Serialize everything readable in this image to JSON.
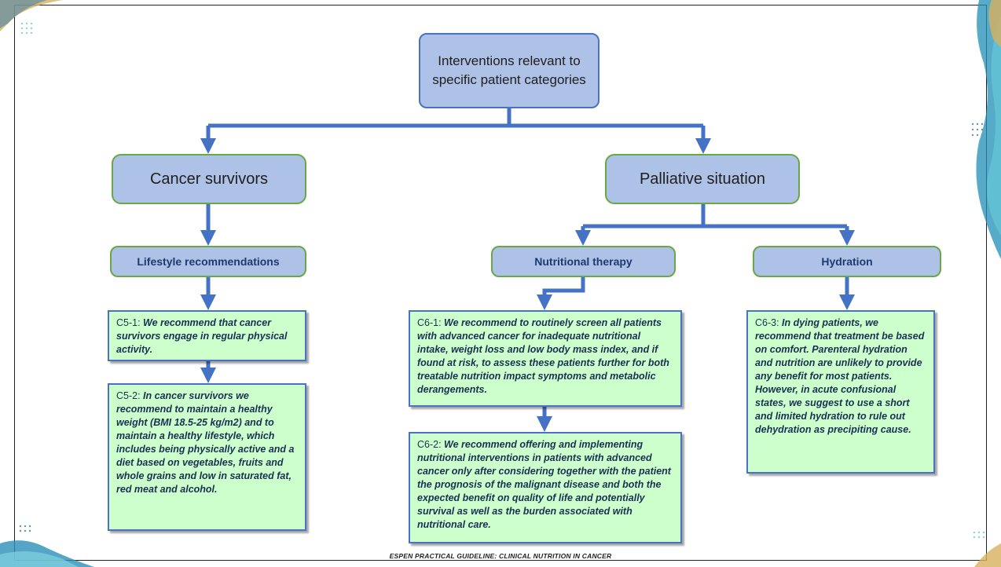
{
  "diagram": {
    "root": "Interventions relevant to specific patient categories",
    "branches": {
      "survivors": "Cancer survivors",
      "palliative": "Palliative situation"
    },
    "subnodes": {
      "lifestyle": "Lifestyle recommendations",
      "nutritional": "Nutritional therapy",
      "hydration": "Hydration"
    },
    "recommendations": {
      "c5_1": {
        "code": "C5-1:",
        "text": "We recommend that cancer survivors engage in regular physical activity."
      },
      "c5_2": {
        "code": "C5-2:",
        "text": "In cancer survivors we recommend to maintain a healthy weight (BMI 18.5-25 kg/m2) and to maintain a healthy lifestyle, which includes being physically active and a diet based on vegetables, fruits and whole grains and low in saturated fat, red meat and alcohol."
      },
      "c6_1": {
        "code": "C6-1:",
        "text": "We recommend to routinely screen all patients with advanced cancer for inadequate nutritional intake, weight loss and low body mass index, and if found at risk, to assess these patients further for both treatable nutrition impact symptoms and metabolic derangements."
      },
      "c6_2": {
        "code": "C6-2:",
        "text": "We recommend offering and implementing nutritional interventions in patients with advanced cancer only after considering together with the patient the prognosis of the malignant disease and both the expected benefit on quality of life and potentially survival as well as the burden associated with nutritional care."
      },
      "c6_3": {
        "code": "C6-3:",
        "text": "In dying patients, we recommend that treatment be based on comfort. Parenteral hydration and nutrition are unlikely to provide any benefit for most patients. However, in acute confusional states, we suggest to use a short and limited hydration to rule out dehydration as precipiting cause."
      }
    },
    "footer": "ESPEN PRACTICAL GUIDELINE: CLINICAL NUTRITION IN CANCER"
  },
  "colors": {
    "node_fill": "#aec1e6",
    "node_border": "#6aa843",
    "root_border": "#4a72c4",
    "rec_fill": "#ccffcc",
    "rec_border": "#4a72c4",
    "connector": "#4472c4"
  }
}
